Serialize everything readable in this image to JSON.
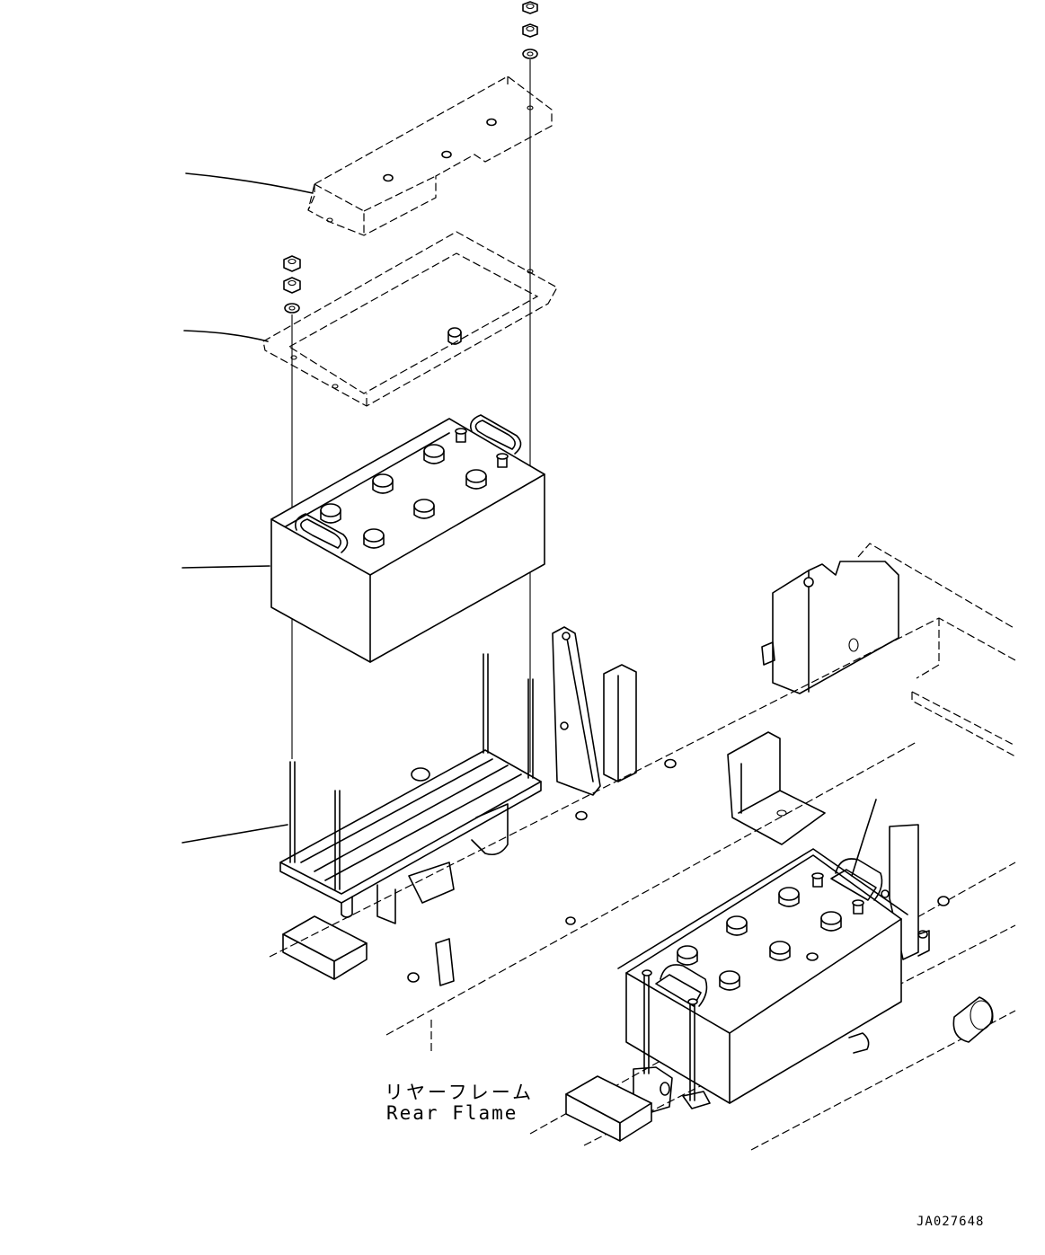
{
  "labels": {
    "rear_frame_jp": "リヤーフレーム",
    "rear_frame_en": "Rear Flame",
    "drawing_code": "JA027648"
  }
}
